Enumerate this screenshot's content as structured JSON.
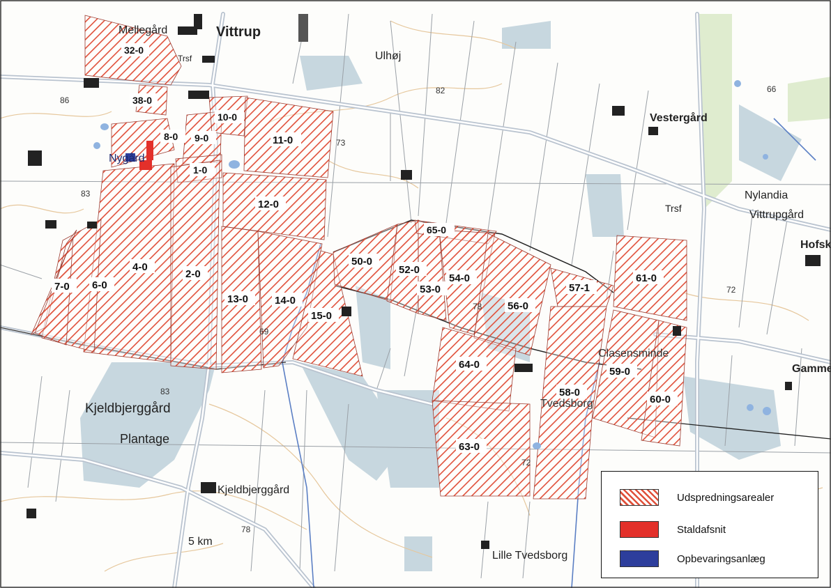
{
  "place_names": {
    "mellegard": "Mellegård",
    "vittrup": "Vittrup",
    "trsf_1": "Trsf",
    "ulhoj": "Ulhøj",
    "nygard": "Nygård",
    "vestergard": "Vestergård",
    "nylandia": "Nylandia",
    "vittrupgard": "Vittrupgård",
    "trsf_2": "Trsf",
    "hofsk": "Hofsk",
    "gamme": "Gamme",
    "clasensminde": "Clasensminde",
    "tvedsborg": "Tvedsborg",
    "kjeldbjerggard_1": "Kjeldbjerggård",
    "plantage": "Plantage",
    "kjeldbjerggard_2": "Kjeldbjerggård",
    "five_km": "5 km",
    "lille_tvedsborg": "Lille Tvedsborg"
  },
  "elevations": {
    "e86a": "86",
    "e82": "82",
    "e66": "66",
    "e73": "73",
    "e83a": "83",
    "e72a": "72",
    "e78a": "78",
    "e69": "69",
    "e83b": "83",
    "e72b": "72",
    "e78b": "78"
  },
  "fields": {
    "f32_0": "32-0",
    "f38_0": "38-0",
    "f10_0": "10-0",
    "f8_0": "8-0",
    "f9_0": "9-0",
    "f11_0": "11-0",
    "f1_0": "1-0",
    "f12_0": "12-0",
    "f65_0": "65-0",
    "f50_0": "50-0",
    "f52_0": "52-0",
    "f53_0": "53-0",
    "f54_0": "54-0",
    "f4_0": "4-0",
    "f7_0": "7-0",
    "f6_0": "6-0",
    "f2_0": "2-0",
    "f13_0": "13-0",
    "f14_0": "14-0",
    "f15_0": "15-0",
    "f56_0": "56-0",
    "f57_1": "57-1",
    "f61_0": "61-0",
    "f64_0": "64-0",
    "f59_0": "59-0",
    "f58_0": "58-0",
    "f60_0": "60-0",
    "f63_0": "63-0"
  },
  "legend": {
    "items": [
      {
        "label": "Udspredningsarealer",
        "swatch": "hatch",
        "color": "#e0503a"
      },
      {
        "label": "Staldafsnit",
        "swatch": "solid",
        "color": "#e3302a"
      },
      {
        "label": "Opbevaringsanlæg",
        "swatch": "solid",
        "color": "#2d3e9c"
      }
    ]
  },
  "colors": {
    "hatch": "#e0503a",
    "stable": "#e3302a",
    "storage": "#2d3e9c",
    "forest": "#c7d7df",
    "meadow": "#dfeccf",
    "road": "#b9c3cf",
    "contour": "#e6c79c"
  }
}
